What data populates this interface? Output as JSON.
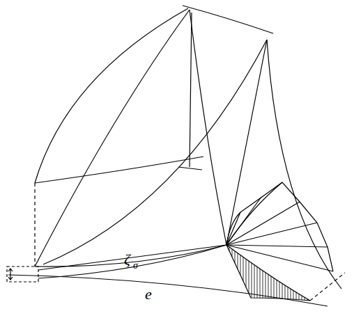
{
  "diagram": {
    "labels": [
      "ζ",
      "σ",
      "e"
    ]
  }
}
